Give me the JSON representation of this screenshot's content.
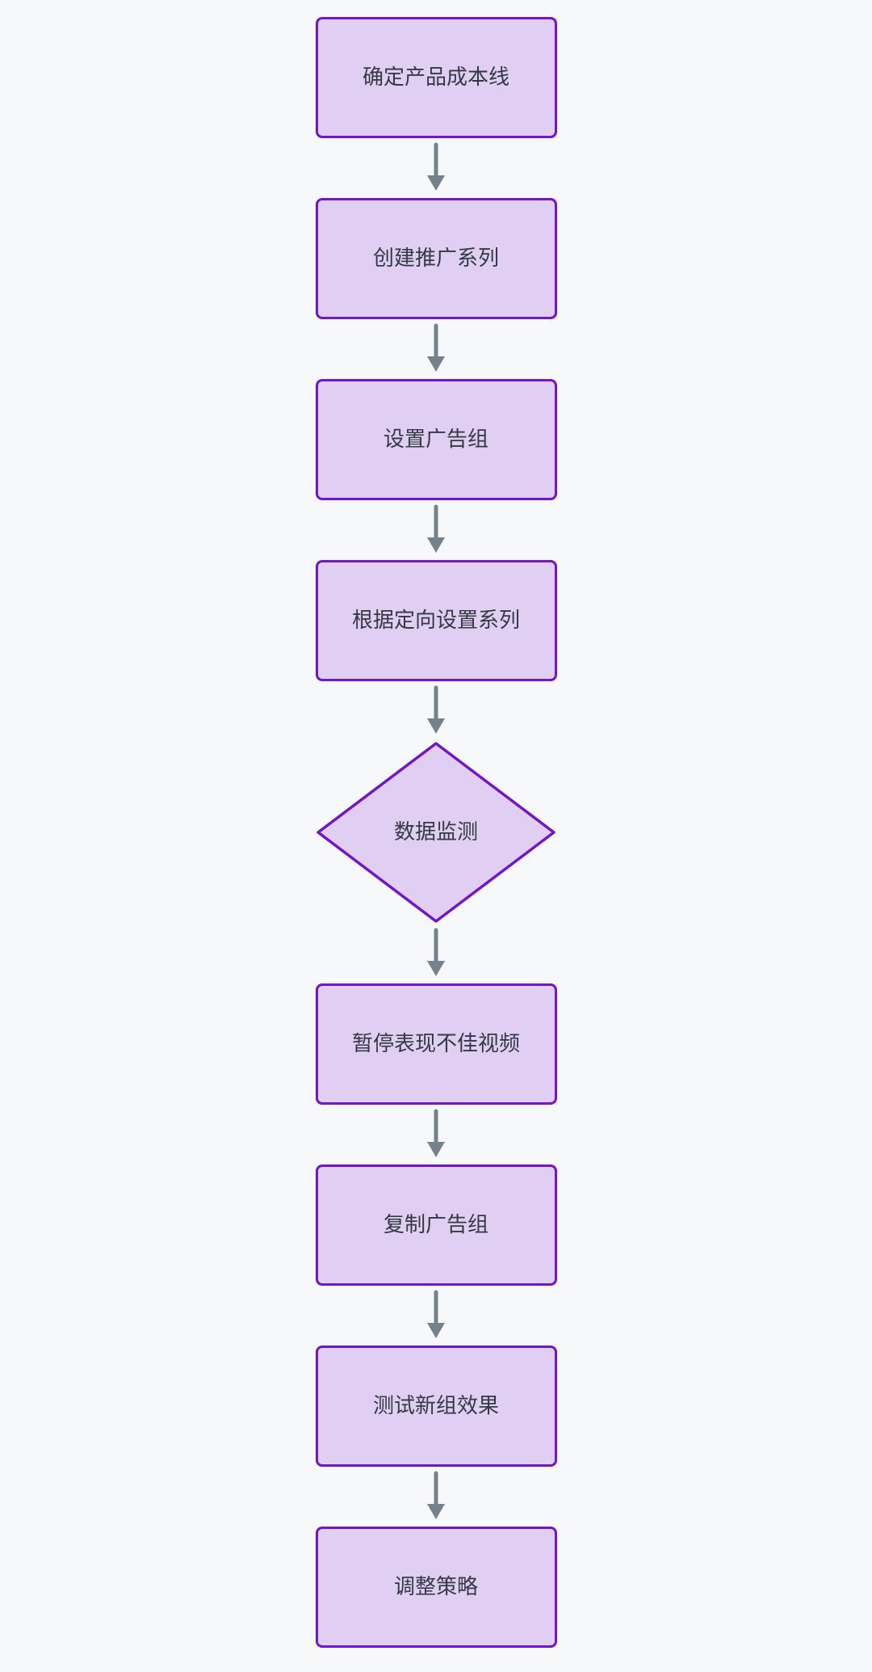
{
  "flowchart": {
    "type": "flowchart",
    "direction": "top-down",
    "theme": {
      "page_bg": "#f7f8fa",
      "node_fill": "#e0cef3",
      "node_border": "#7315c9",
      "text_color": "#333a44",
      "arrow_color": "#75828e"
    },
    "nodes": [
      {
        "id": "n1",
        "shape": "rect",
        "label": "确定产品成本线"
      },
      {
        "id": "n2",
        "shape": "rect",
        "label": "创建推广系列"
      },
      {
        "id": "n3",
        "shape": "rect",
        "label": "设置广告组"
      },
      {
        "id": "n4",
        "shape": "rect",
        "label": "根据定向设置系列"
      },
      {
        "id": "n5",
        "shape": "diamond",
        "label": "数据监测"
      },
      {
        "id": "n6",
        "shape": "rect",
        "label": "暂停表现不佳视频"
      },
      {
        "id": "n7",
        "shape": "rect",
        "label": "复制广告组"
      },
      {
        "id": "n8",
        "shape": "rect",
        "label": "测试新组效果"
      },
      {
        "id": "n9",
        "shape": "rect",
        "label": "调整策略"
      }
    ],
    "edges": [
      {
        "from": "n1",
        "to": "n2"
      },
      {
        "from": "n2",
        "to": "n3"
      },
      {
        "from": "n3",
        "to": "n4"
      },
      {
        "from": "n4",
        "to": "n5"
      },
      {
        "from": "n5",
        "to": "n6"
      },
      {
        "from": "n6",
        "to": "n7"
      },
      {
        "from": "n7",
        "to": "n8"
      },
      {
        "from": "n8",
        "to": "n9"
      }
    ]
  }
}
